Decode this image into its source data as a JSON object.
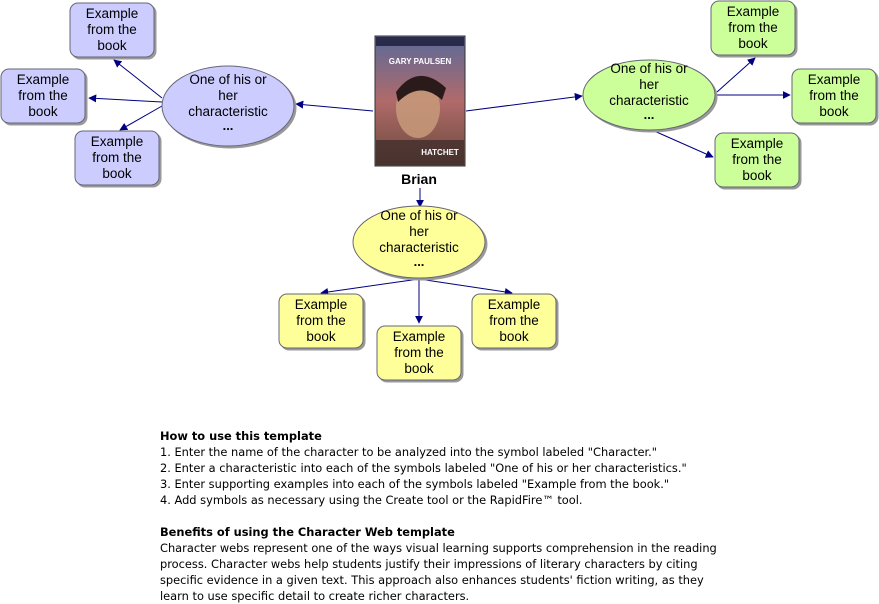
{
  "diagram": {
    "root_label": "Brian",
    "book_cover": {
      "author": "GARY PAULSEN",
      "title": "HATCHET"
    },
    "characteristic_text": [
      "One of his or",
      "her",
      "characteristic",
      "..."
    ],
    "example_text": [
      "Example",
      "from the",
      "book"
    ],
    "colors": {
      "purple_fill": "#ccccff",
      "green_fill": "#ccff99",
      "yellow_fill": "#ffff99",
      "stroke": "#666677",
      "arrow": "#000080"
    }
  },
  "instructions": {
    "how_title": "How to use this template",
    "steps": [
      "1. Enter the name of the character to be analyzed into the symbol labeled \"Character.\"",
      "2. Enter a characteristic into each of the symbols labeled \"One of his or her characteristics.\"",
      "3. Enter supporting examples into each of the symbols labeled \"Example from the book.\"",
      "4. Add symbols as necessary using the Create tool or the RapidFire™ tool."
    ],
    "benefits_title": "Benefits of using the Character Web template",
    "benefits_lines": [
      "Character webs represent one of the ways visual learning supports comprehension in the reading",
      "process. Character webs help students justify their impressions of literary characters by citing",
      "specific evidence in a given text. This approach also enhances students' fiction writing, as they",
      "learn to use specific detail to create richer characters."
    ]
  }
}
